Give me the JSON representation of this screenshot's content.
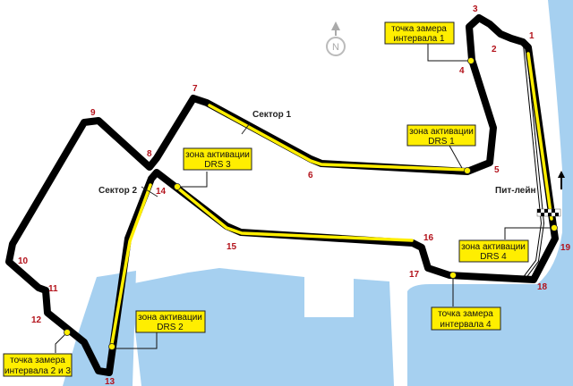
{
  "colors": {
    "water": "#a6d0f0",
    "track": "#000000",
    "drs": "#ffee00",
    "turn_number": "#b3121b"
  },
  "compass": {
    "letter": "N"
  },
  "turns": [
    "1",
    "2",
    "3",
    "4",
    "5",
    "6",
    "7",
    "8",
    "9",
    "10",
    "11",
    "12",
    "13",
    "14",
    "15",
    "16",
    "17",
    "18",
    "19"
  ],
  "sectors": {
    "sector1": "Сектор 1",
    "sector2": "Сектор 2"
  },
  "pit_lane": "Пит-лейн",
  "callouts": {
    "interval1": {
      "line1": "точка замера",
      "line2": "интервала 1"
    },
    "interval23": {
      "line1": "точка замера",
      "line2": "интервала 2 и 3"
    },
    "interval4": {
      "line1": "точка замера",
      "line2": "интервала 4"
    },
    "drs1": {
      "line1": "зона активации",
      "line2": "DRS 1"
    },
    "drs2": {
      "line1": "зона активации",
      "line2": "DRS 2"
    },
    "drs3": {
      "line1": "зона активации",
      "line2": "DRS 3"
    },
    "drs4": {
      "line1": "зона активации",
      "line2": "DRS 4"
    }
  }
}
